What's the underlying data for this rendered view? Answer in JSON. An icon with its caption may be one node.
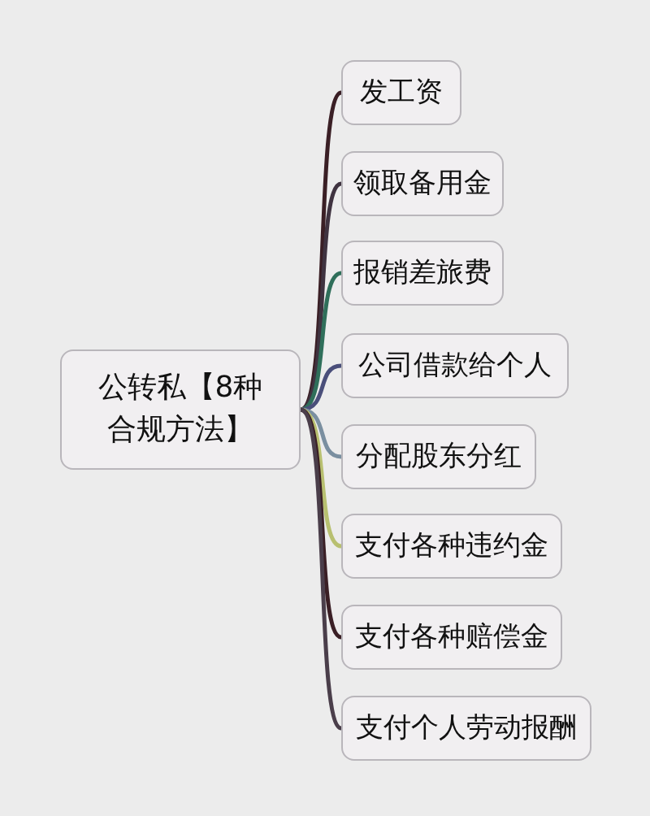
{
  "diagram": {
    "nodes": [
      {
        "text": [
          "公转私【8种合规方法】"
        ]
      },
      {
        "text": [
          "发工资"
        ]
      },
      {
        "text": [
          "领取备用金"
        ]
      },
      {
        "text": [
          "报销差旅费"
        ]
      },
      {
        "text": [
          "公司借款给个人"
        ]
      },
      {
        "text": [
          "分配股东分红"
        ]
      },
      {
        "text": [
          "支付各种违约金"
        ]
      },
      {
        "text": [
          "支付各种赔偿金"
        ]
      },
      {
        "text": [
          "支付个人劳动报酬"
        ]
      }
    ],
    "edges": [
      {
        "from": 0,
        "to": 1,
        "arrow": "none",
        "color": "#3a1f25"
      },
      {
        "from": 0,
        "to": 2,
        "arrow": "none",
        "color": "#3f3340"
      },
      {
        "from": 0,
        "to": 3,
        "arrow": "none",
        "color": "#2f6f5a"
      },
      {
        "from": 0,
        "to": 4,
        "arrow": "none",
        "color": "#4a4f7a"
      },
      {
        "from": 0,
        "to": 5,
        "arrow": "none",
        "color": "#7a8fa0"
      },
      {
        "from": 0,
        "to": 6,
        "arrow": "none",
        "color": "#b8c070"
      },
      {
        "from": 0,
        "to": 7,
        "arrow": "none",
        "color": "#3a1f25"
      },
      {
        "from": 0,
        "to": 8,
        "arrow": "none",
        "color": "#4a3e4a"
      }
    ]
  }
}
